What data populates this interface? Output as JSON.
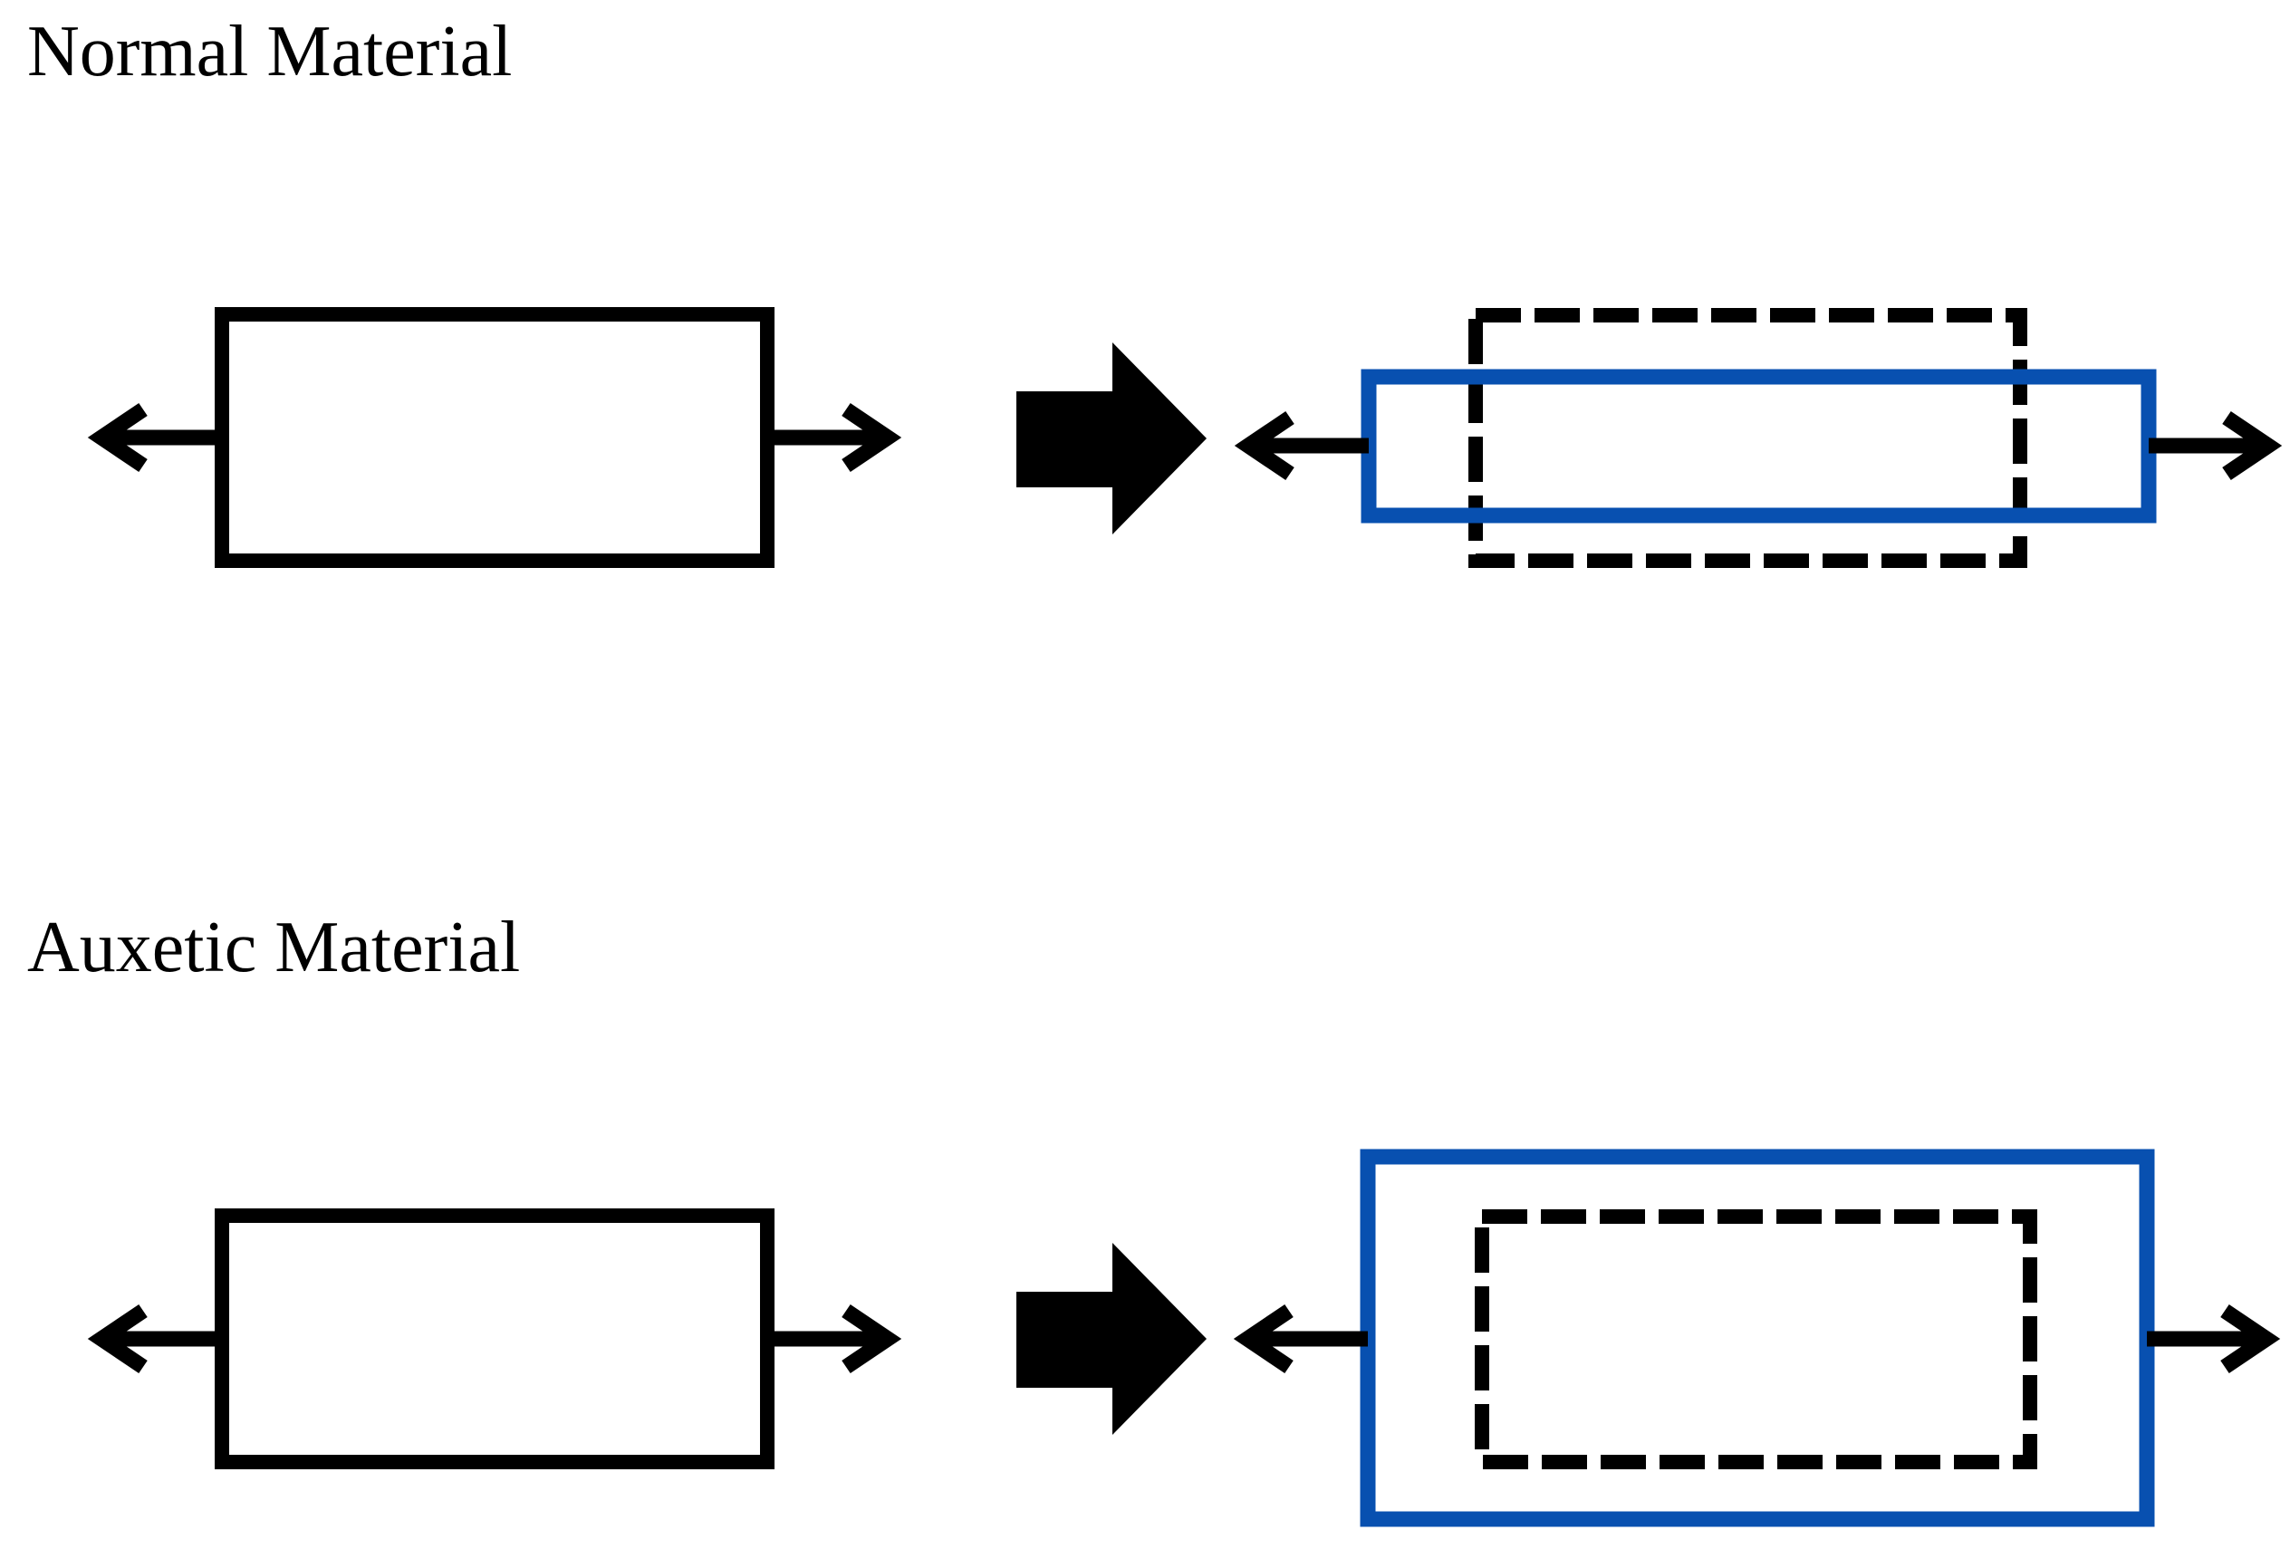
{
  "figure": {
    "type": "diagram",
    "description_visible_text_only": true
  },
  "colors": {
    "background": "#ffffff",
    "black": "#000000",
    "blue": "#0850b0"
  },
  "sections": [
    {
      "title": "Normal Material",
      "before_shape": "solid-black-rectangle",
      "transform_icon": "block-arrow-right",
      "after_shapes": [
        "dashed-black-rectangle-original-outline",
        "blue-rectangle-deformed-wider-thinner"
      ],
      "tension_icons": [
        "arrow-left",
        "arrow-right"
      ]
    },
    {
      "title": "Auxetic Material",
      "before_shape": "solid-black-rectangle",
      "transform_icon": "block-arrow-right",
      "after_shapes": [
        "blue-rectangle-deformed-wider-taller",
        "dashed-black-rectangle-original-outline"
      ],
      "tension_icons": [
        "arrow-left",
        "arrow-right"
      ]
    }
  ]
}
